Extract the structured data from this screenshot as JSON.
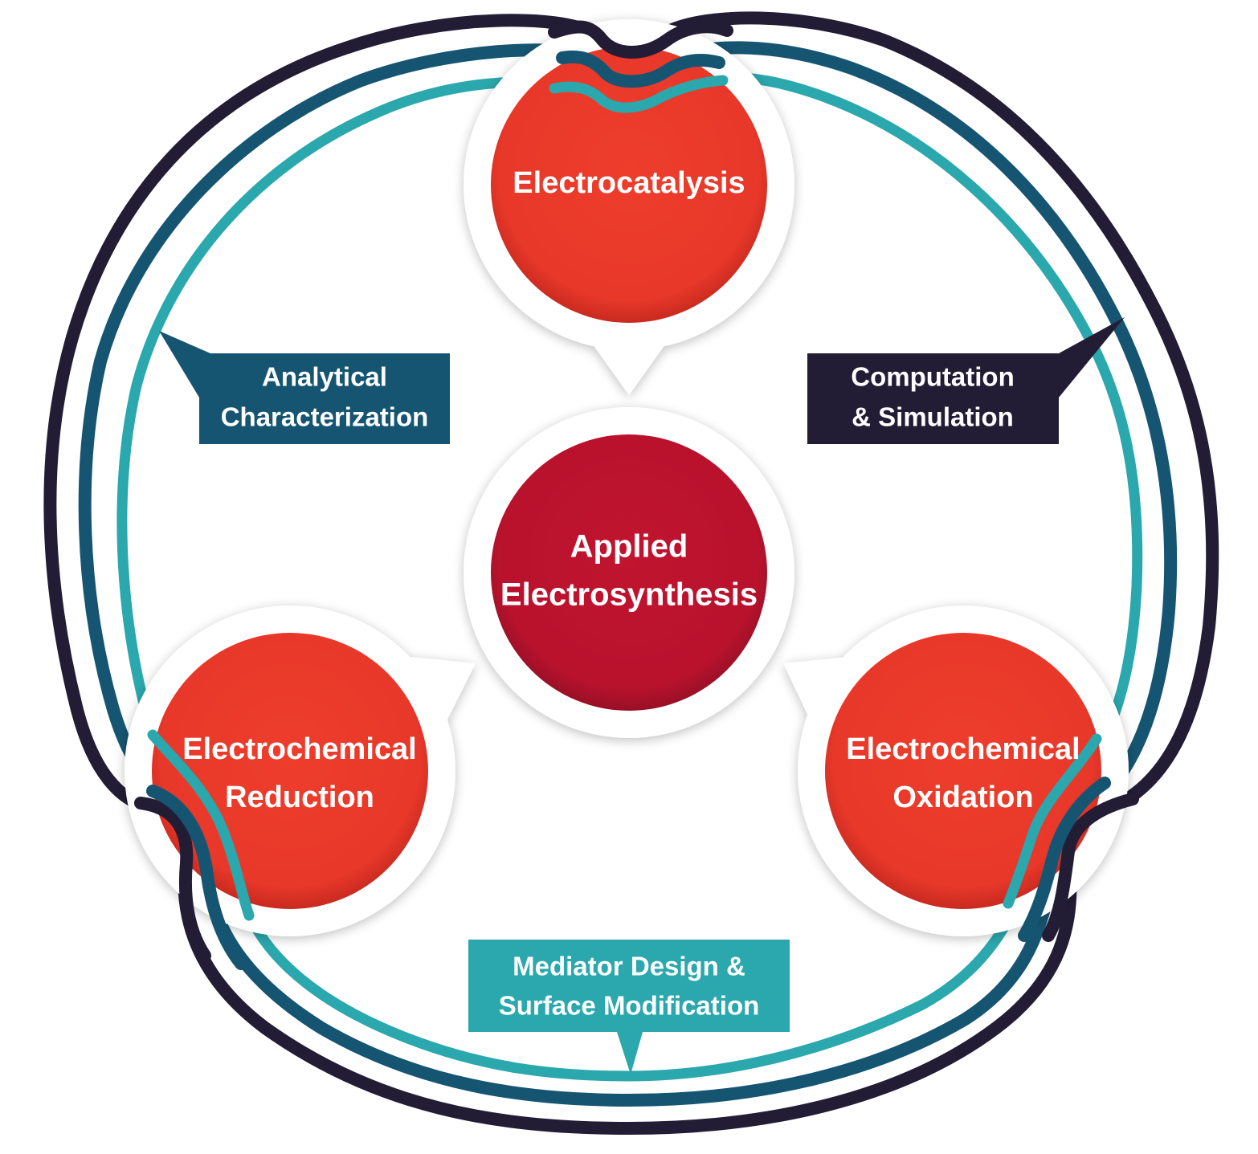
{
  "colors": {
    "outer_loop": "#231c35",
    "middle_loop": "#165572",
    "inner_loop": "#2aa8ad",
    "node_red": "#e8382a",
    "node_crimson": "#bb132e",
    "callout_analytical": "#165572",
    "callout_computation": "#231c35",
    "callout_mediator": "#2aa8ad",
    "text": "#ffffff"
  },
  "nodes": {
    "electrocatalysis": {
      "line1": "Electrocatalysis",
      "line2": ""
    },
    "applied_electrosynthesis": {
      "line1": "Applied",
      "line2": "Electrosynthesis"
    },
    "electrochemical_reduction": {
      "line1": "Electrochemical",
      "line2": "Reduction"
    },
    "electrochemical_oxidation": {
      "line1": "Electrochemical",
      "line2": "Oxidation"
    }
  },
  "callouts": {
    "analytical": {
      "line1": "Analytical",
      "line2": "Characterization"
    },
    "computation": {
      "line1": "Computation",
      "line2": "& Simulation"
    },
    "mediator": {
      "line1": "Mediator Design &",
      "line2": "Surface Modification"
    }
  }
}
